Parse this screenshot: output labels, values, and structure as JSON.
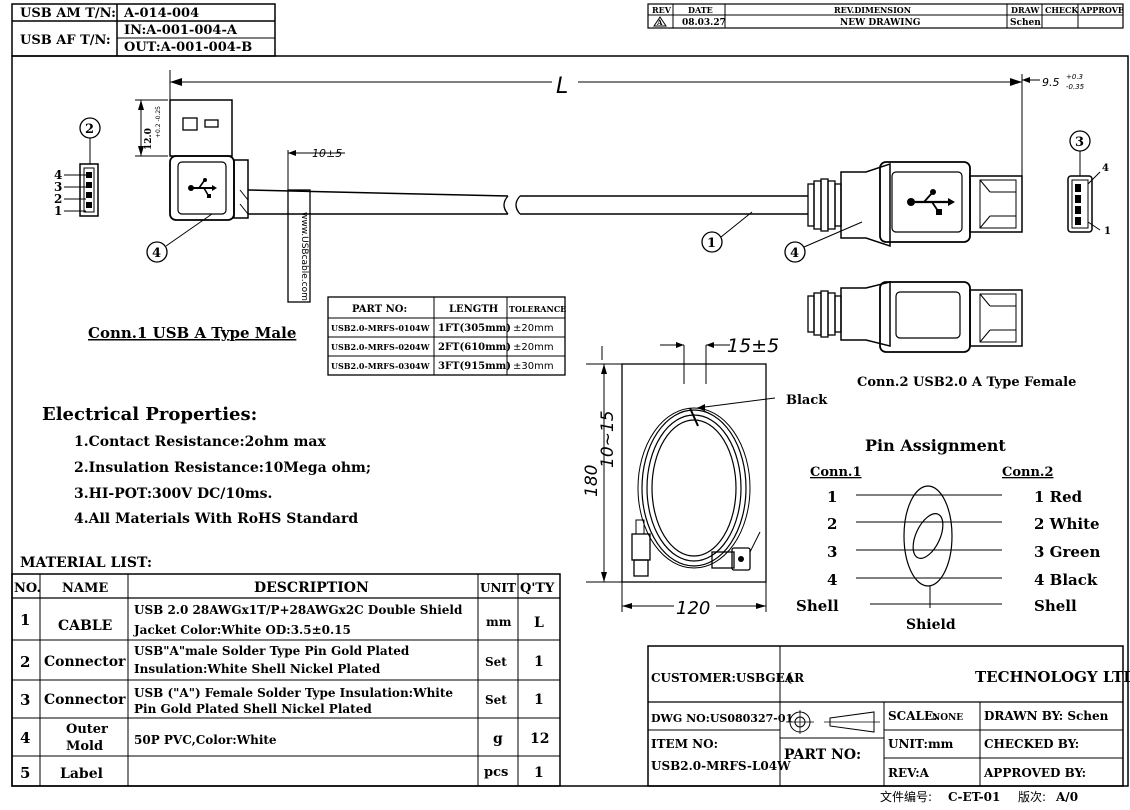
{
  "header": {
    "am_label": "USB AM T/N:",
    "am_value": "A-014-004",
    "af_label": "USB AF T/N:",
    "af_in": "IN:A-001-004-A",
    "af_out": "OUT:A-001-004-B"
  },
  "revision": {
    "headers": [
      "REV",
      "DATE",
      "REV.DIMENSION",
      "DRAW",
      "CHECK",
      "APPROVE"
    ],
    "rev_mark": "A",
    "date": "08.03.27",
    "dimension": "NEW DRAWING",
    "draw": "Schen"
  },
  "dimensions": {
    "length": "L",
    "width_af_main": "9.5",
    "width_af_tol_upper": "+0.3",
    "width_af_tol_lower": "-0.35",
    "height_am_main": "12.0",
    "height_am_tol": "+0.2 -0.25",
    "label_offset": "10±5",
    "label_text": "www.USBcable.com",
    "coil_offset": "15±5",
    "coil_height": "180",
    "coil_band": "10~15",
    "coil_width": "120",
    "black_label": "Black"
  },
  "callouts": [
    "1",
    "2",
    "3",
    "4"
  ],
  "pin_numbers_left": [
    "4",
    "3",
    "2",
    "1"
  ],
  "pin_numbers_right_top": "4",
  "pin_numbers_right_bottom": "1",
  "length_table": {
    "headers": [
      "PART NO:",
      "LENGTH",
      "TOLERANCE"
    ],
    "rows": [
      [
        "USB2.0-MRFS-0104W",
        "1FT(305mm)",
        "±20mm"
      ],
      [
        "USB2.0-MRFS-0204W",
        "2FT(610mm)",
        "±20mm"
      ],
      [
        "USB2.0-MRFS-0304W",
        "3FT(915mm)",
        "±30mm"
      ]
    ]
  },
  "conn1_label": "Conn.1 USB A Type Male",
  "conn2_label": "Conn.2 USB2.0 A Type Female",
  "electrical": {
    "title": "Electrical Properties:",
    "items": [
      "1.Contact Resistance:2ohm max",
      "2.Insulation Resistance:10Mega ohm;",
      "3.HI-POT:300V DC/10ms.",
      "4.All Materials With RoHS Standard"
    ]
  },
  "pin_assignment": {
    "title": "Pin Assignment",
    "conn1": "Conn.1",
    "conn2": "Conn.2",
    "left": [
      "1",
      "2",
      "3",
      "4",
      "Shell"
    ],
    "right": [
      "1 Red",
      "2 White",
      "3 Green",
      "4 Black",
      "Shell"
    ],
    "shield": "Shield"
  },
  "material_list": {
    "title": "MATERIAL LIST:",
    "headers": [
      "NO.",
      "NAME",
      "DESCRIPTION",
      "UNIT",
      "Q'TY"
    ],
    "rows": [
      {
        "no": "1",
        "name": "CABLE",
        "desc1": "USB 2.0 28AWGx1T/P+28AWGx2C Double Shield",
        "desc2": "Jacket Color:White OD:3.5±0.15",
        "unit": "mm",
        "qty": "L"
      },
      {
        "no": "2",
        "name": "Connector",
        "desc1": "USB\"A\"male Solder Type Pin Gold Plated",
        "desc2": "Insulation:White Shell Nickel Plated",
        "unit": "Set",
        "qty": "1"
      },
      {
        "no": "3",
        "name": "Connector",
        "desc1": "USB (\"A\") Female Solder Type Insulation:White",
        "desc2": "Pin Gold Plated Shell Nickel Plated",
        "unit": "Set",
        "qty": "1"
      },
      {
        "no": "4",
        "name1": "Outer",
        "name2": "Mold",
        "desc1": "50P PVC,Color:White",
        "desc2": "",
        "unit": "g",
        "qty": "12"
      },
      {
        "no": "5",
        "name": "Label",
        "desc1": "",
        "desc2": "",
        "unit": "pcs",
        "qty": "1"
      }
    ]
  },
  "title_block": {
    "customer": "CUSTOMER:USBGEAR",
    "customer_extra": "(",
    "company": "TECHNOLOGY LTD.",
    "dwg_no": "DWG NO:US080327-01",
    "item_no_label": "ITEM NO:",
    "item_no": "USB2.0-MRFS-L04W",
    "part_no": "PART NO:",
    "scale_label": "SCALE:",
    "scale_value": "NONE",
    "unit": "UNIT:mm",
    "rev": "REV:A",
    "drawn_by": "DRAWN BY: Schen",
    "checked_by": "CHECKED BY:",
    "approved_by": "APPROVED BY:"
  },
  "footer": {
    "doc_label": "文件编号:",
    "doc_no": "C-ET-01",
    "ver_label": "版次:",
    "ver": "A/0"
  }
}
